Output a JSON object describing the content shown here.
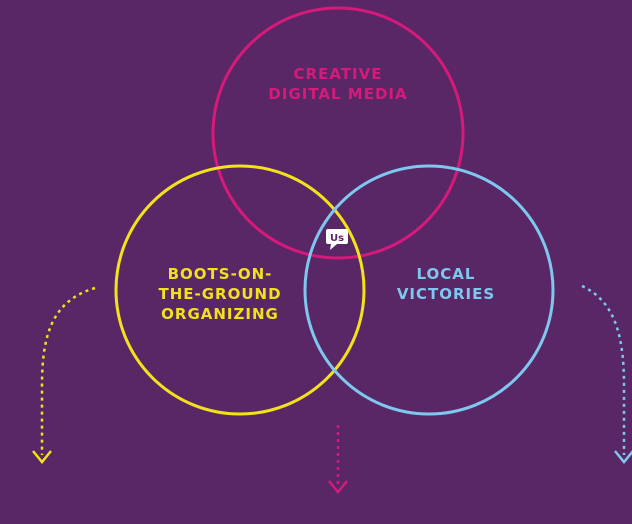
{
  "colors": {
    "background": "#5a2766",
    "creative": "#d6197a",
    "boots": "#f2e21c",
    "local": "#7ec8ef"
  },
  "circles": {
    "creative": {
      "label": "CREATIVE\nDIGITAL MEDIA"
    },
    "boots": {
      "label": "BOOTS-ON-\nTHE-GROUND\nORGANIZING"
    },
    "local": {
      "label": "LOCAL\nVICTORIES"
    }
  },
  "center_badge": {
    "text": "Us",
    "icon": "speech-bubble-icon"
  }
}
